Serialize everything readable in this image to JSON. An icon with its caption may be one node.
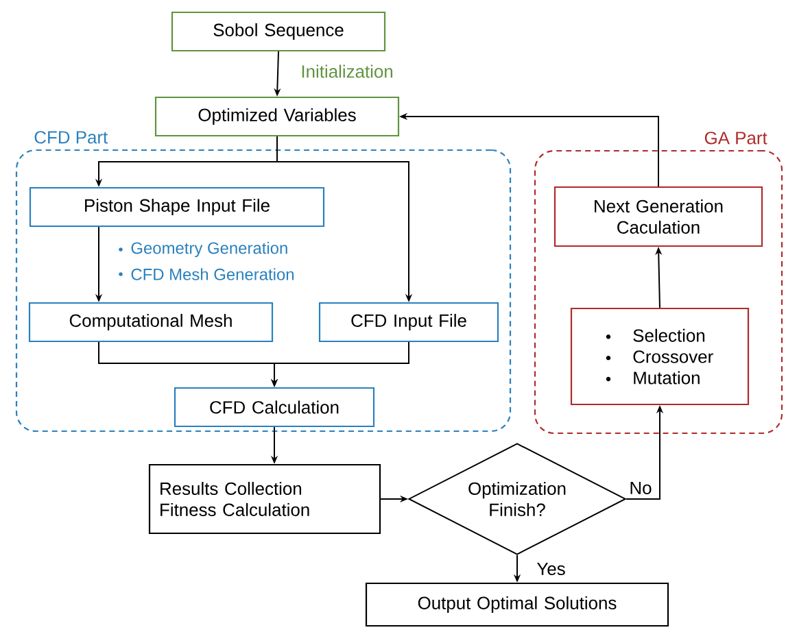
{
  "diagram": {
    "nodes": [
      {
        "text": [
          "Sobol Sequence"
        ]
      },
      {
        "text": [
          "Optimized Variables"
        ]
      },
      {
        "text": [
          "CFD Part"
        ]
      },
      {
        "text": [
          "Piston Shape Input  File"
        ],
        "in": 2
      },
      {
        "text": [
          "Computational Mesh"
        ],
        "in": 2
      },
      {
        "text": [
          "CFD Input File"
        ],
        "in": 2
      },
      {
        "text": [
          "CFD Calculation"
        ],
        "in": 2
      },
      {
        "text": [
          "GA Part"
        ]
      },
      {
        "text": [
          "Next Generation Caculation"
        ],
        "in": 7
      },
      {
        "text": [
          "Selection",
          "Crossover",
          "Mutation"
        ],
        "in": 7
      },
      {
        "text": [
          "Results Collection",
          "Fitness Calculation"
        ]
      },
      {
        "text": [
          "Optimization Finish?"
        ]
      },
      {
        "text": [
          "Output Optimal Solutions"
        ]
      }
    ],
    "edges": [
      {
        "from": 0,
        "to": 1,
        "arrow": "to",
        "label": "Initialization"
      },
      {
        "from": 1,
        "to": 3,
        "arrow": "to"
      },
      {
        "from": 1,
        "to": 5,
        "arrow": "to"
      },
      {
        "from": 3,
        "to": 4,
        "arrow": "to"
      },
      {
        "from": 4,
        "to": 6,
        "arrow": "to"
      },
      {
        "from": 5,
        "to": 6,
        "arrow": "to"
      },
      {
        "from": 6,
        "to": 10,
        "arrow": "to"
      },
      {
        "from": 10,
        "to": 11,
        "arrow": "to"
      },
      {
        "from": 11,
        "to": 9,
        "arrow": "to",
        "label": "No"
      },
      {
        "from": 11,
        "to": 12,
        "arrow": "to",
        "label": "Yes"
      },
      {
        "from": 9,
        "to": 8,
        "arrow": "to"
      },
      {
        "from": 8,
        "to": 1,
        "arrow": "to"
      }
    ],
    "labels": [
      "Geometry Generation",
      "CFD Mesh Generation"
    ]
  }
}
